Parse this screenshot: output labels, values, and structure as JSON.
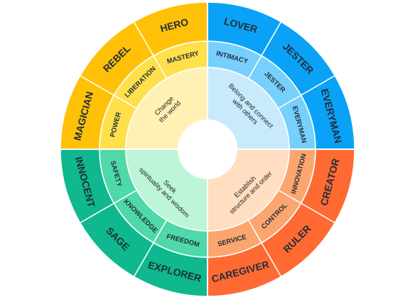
{
  "colors": {
    "orange_dark": "#FF6A33",
    "orange_mid": "#FBA66F",
    "orange_light": "#FFDEC1",
    "blue_dark": "#0AA2F6",
    "blue_mid": "#77CFFB",
    "blue_light": "#C8EAFC",
    "yellow_dark": "#FFC107",
    "yellow_mid": "#FFE04A",
    "yellow_light": "#FFF1B3",
    "green_dark": "#0FB88E",
    "green_mid": "#4FD8A8",
    "green_light": "#BDF5D8",
    "divider": "#ffffff",
    "text_on_dark": "#1f2d3a",
    "text_on_light": "#222222"
  },
  "quadrants": [
    {
      "id": "structure",
      "color_key": "orange",
      "inner_label": [
        "Establish",
        "structure and order"
      ],
      "middle_labels": [
        "INNOVATION",
        "CONTROL",
        "SERVICE"
      ],
      "outer_labels": [
        "CREATOR",
        "RULER",
        "CAREGIVER"
      ]
    },
    {
      "id": "belong",
      "color_key": "blue",
      "inner_label": [
        "Belong and connect",
        "with others"
      ],
      "middle_labels": [
        "INTIMACY",
        "JESTER",
        "EVERYMAN"
      ],
      "outer_labels": [
        "LOVER",
        "JESTER",
        "EVERYMAN"
      ]
    },
    {
      "id": "change",
      "color_key": "yellow",
      "inner_label": [
        "Change",
        "the world"
      ],
      "middle_labels": [
        "POWER",
        "LIBERATION",
        "MASTERY"
      ],
      "outer_labels": [
        "MAGICIAN",
        "REBEL",
        "HERO"
      ]
    },
    {
      "id": "spirituality",
      "color_key": "green",
      "inner_label": [
        "Seek",
        "spirituality and wisdom"
      ],
      "middle_labels": [
        "FREEDOM",
        "KNOWLEDGE",
        "SAFETY"
      ],
      "outer_labels": [
        "EXPLORER",
        "SAGE",
        "INNOCENT"
      ]
    }
  ]
}
